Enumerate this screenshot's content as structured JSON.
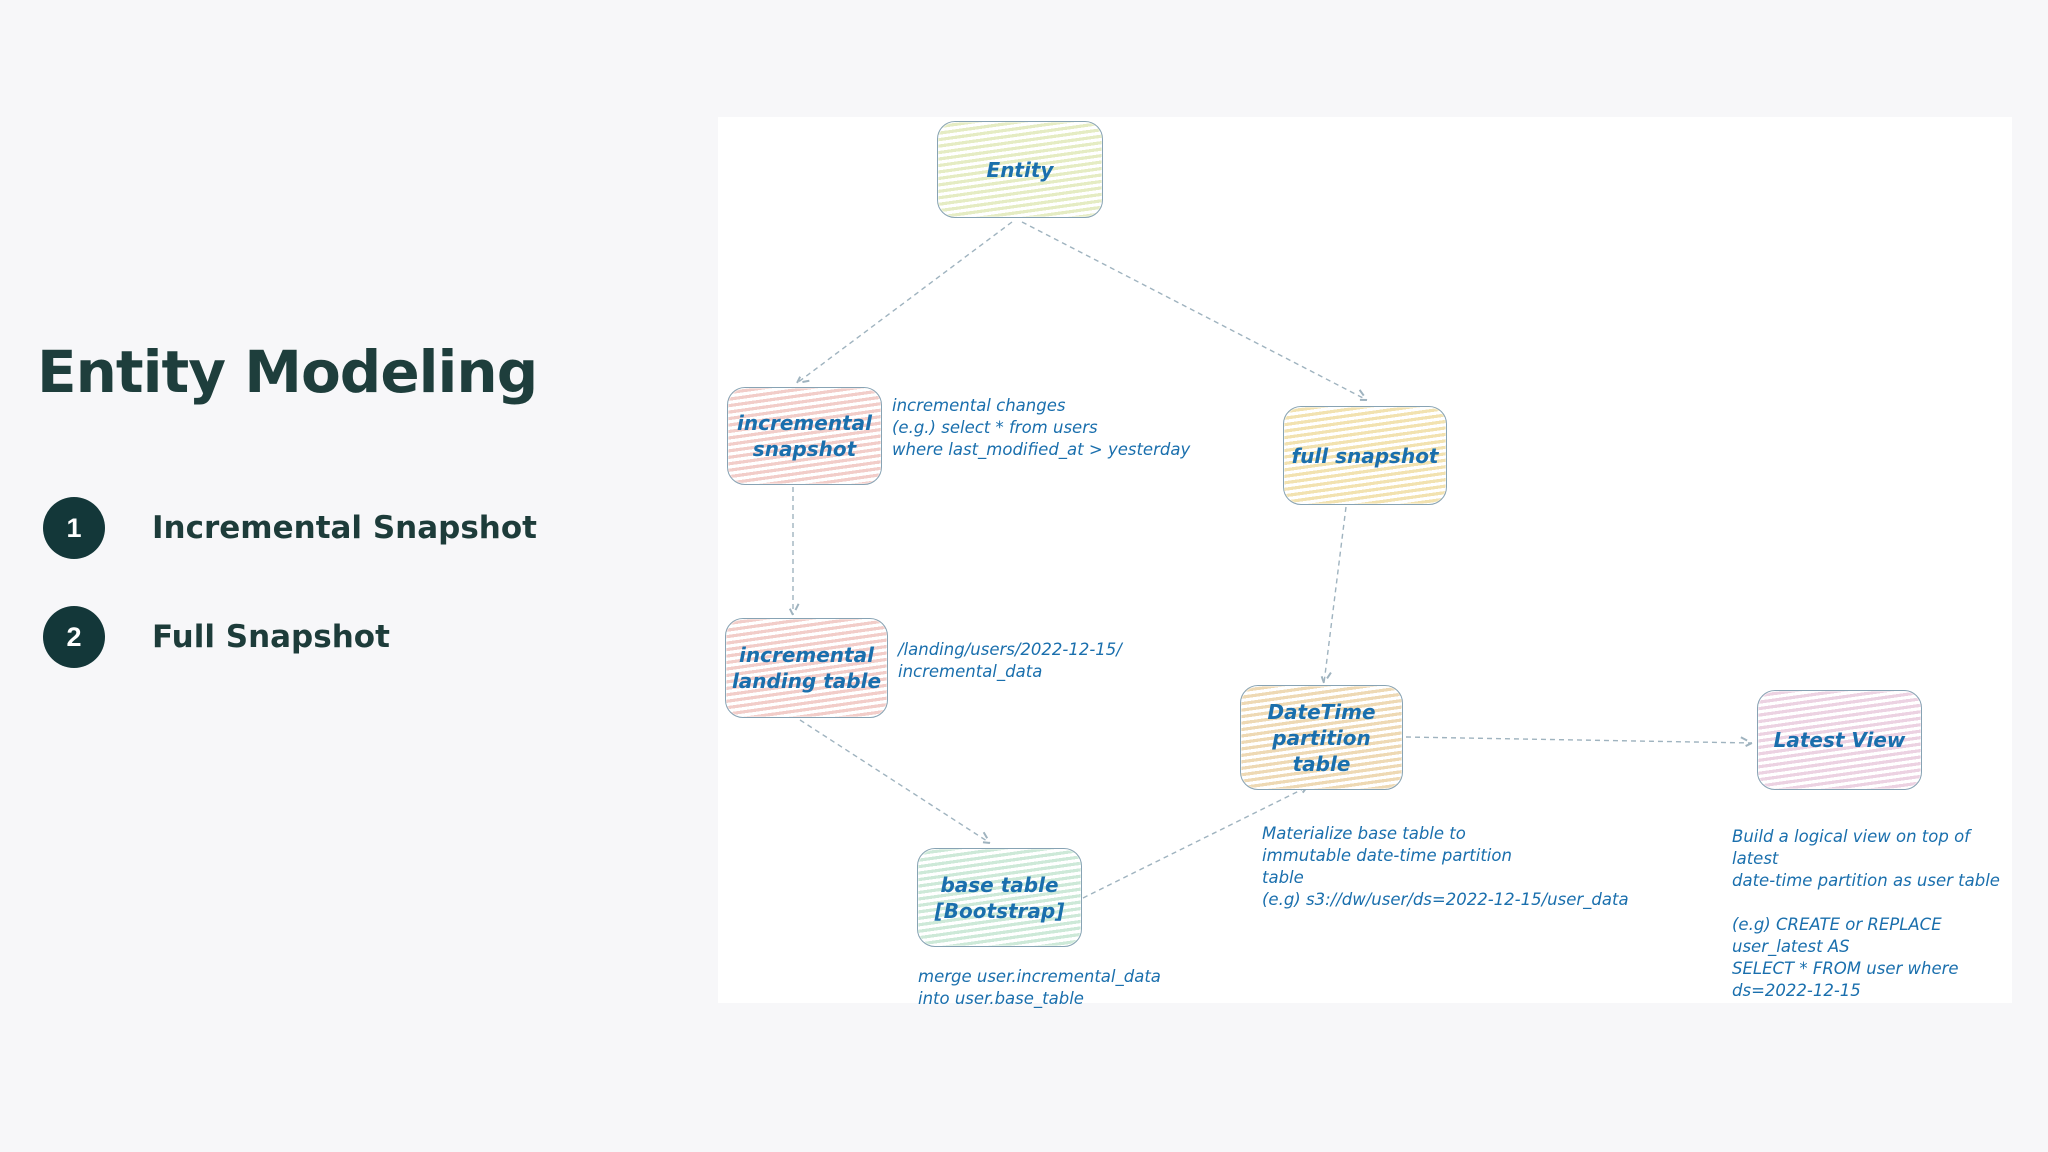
{
  "slide": {
    "title": "Entity Modeling",
    "items": [
      {
        "number": "1",
        "label": "Incremental Snapshot"
      },
      {
        "number": "2",
        "label": "Full Snapshot"
      }
    ]
  },
  "diagram": {
    "nodes": [
      {
        "id": "entity",
        "label": "Entity",
        "color": "#e5ecc3"
      },
      {
        "id": "incremental-snapshot",
        "label": "incremental\nsnapshot",
        "color": "#f2cdc9"
      },
      {
        "id": "full-snapshot",
        "label": "full snapshot",
        "color": "#f2e2b0"
      },
      {
        "id": "incremental-landing-table",
        "label": "incremental\nlanding table",
        "color": "#f2cdc9"
      },
      {
        "id": "datetime-partition-table",
        "label": "DateTime\npartition table",
        "color": "#eed9b4"
      },
      {
        "id": "latest-view",
        "label": "Latest View",
        "color": "#ecd2e2"
      },
      {
        "id": "base-table",
        "label": "base table\n[Bootstrap]",
        "color": "#cde9d8"
      }
    ],
    "annotations": [
      {
        "id": "incremental-changes-note",
        "text": "incremental changes\n(e.g.) select * from users\nwhere last_modified_at > yesterday"
      },
      {
        "id": "landing-path-note",
        "text": "/landing/users/2022-12-15/\nincremental_data"
      },
      {
        "id": "materialize-note",
        "text": "Materialize base table to\nimmutable date-time partition\n table\n(e.g) s3://dw/user/ds=2022-12-15/user_data"
      },
      {
        "id": "latest-view-note",
        "text": "Build a logical view on top of latest\ndate-time partition as user table\n\n(e.g) CREATE or REPLACE user_latest AS\nSELECT * FROM user where ds=2022-12-15"
      },
      {
        "id": "merge-note",
        "text": "merge user.incremental_data\ninto user.base_table"
      }
    ]
  },
  "colors": {
    "slide_background": "#f7f7f9",
    "canvas_background": "#ffffff",
    "title_text": "#1e3e3c",
    "badge_background": "#133739",
    "badge_text": "#ffffff",
    "handwriting_text": "#1a6fad",
    "node_border": "#87a3b4",
    "connector": "#9fb3bf"
  }
}
